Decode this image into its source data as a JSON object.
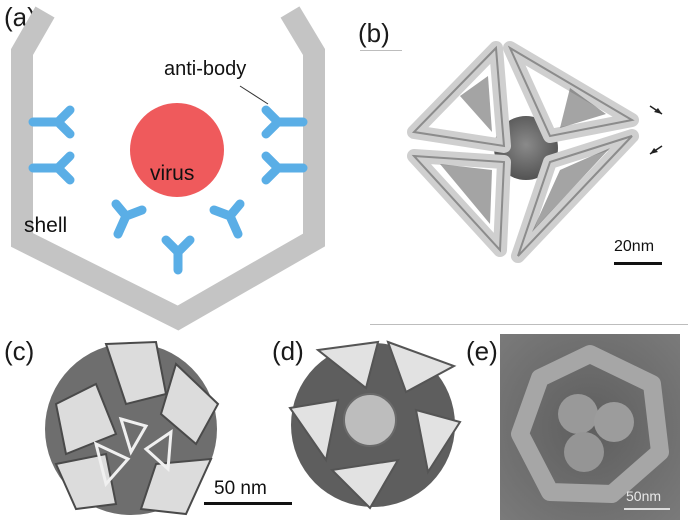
{
  "panels": {
    "a": {
      "label": "(a)",
      "annotations": {
        "antibody": "anti-body",
        "virus": "virus",
        "shell": "shell"
      },
      "colors": {
        "shell": "#c4c4c4",
        "antibody": "#5aaee6",
        "virus": "#ef5a5c"
      }
    },
    "b": {
      "label": "(b)",
      "scale_bar": "20nm"
    },
    "c": {
      "label": "(c)"
    },
    "d": {
      "label": "(d)"
    },
    "e": {
      "label": "(e)",
      "scale_bar": "50nm"
    },
    "shared_scale_bar": "50 nm"
  }
}
